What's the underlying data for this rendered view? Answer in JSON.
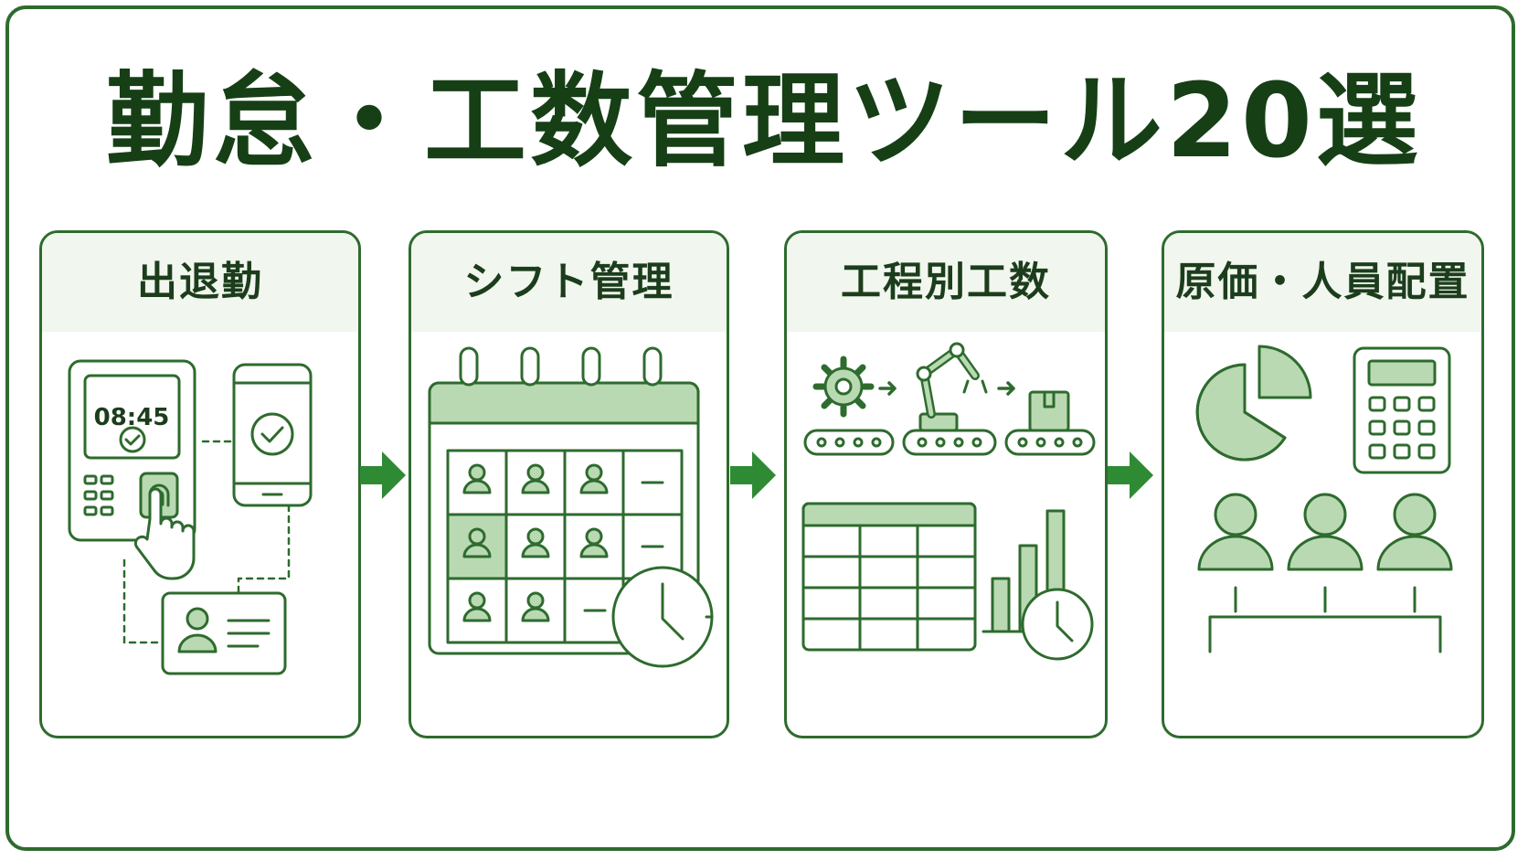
{
  "title": "勤怠・工数管理ツール20選",
  "panels": [
    {
      "label": "出退勤",
      "clock_time": "08:45"
    },
    {
      "label": "シフト管理"
    },
    {
      "label": "工程別工数"
    },
    {
      "label": "原価・人員配置"
    }
  ],
  "colors": {
    "border": "#2e6b2e",
    "title": "#163f16",
    "header_bg": "#f1f6ee",
    "fill_light": "#b9d9b3",
    "arrow": "#2f8a34"
  },
  "icons": [
    "time-clock-terminal-icon",
    "fingerprint-icon",
    "smartphone-check-icon",
    "id-card-icon",
    "calendar-icon",
    "person-icon",
    "clock-icon",
    "gear-icon",
    "robot-arm-icon",
    "package-box-icon",
    "conveyor-belt-icon",
    "spreadsheet-icon",
    "bar-chart-icon",
    "pie-chart-icon",
    "calculator-icon",
    "org-chart-icon",
    "flow-arrow-icon"
  ]
}
